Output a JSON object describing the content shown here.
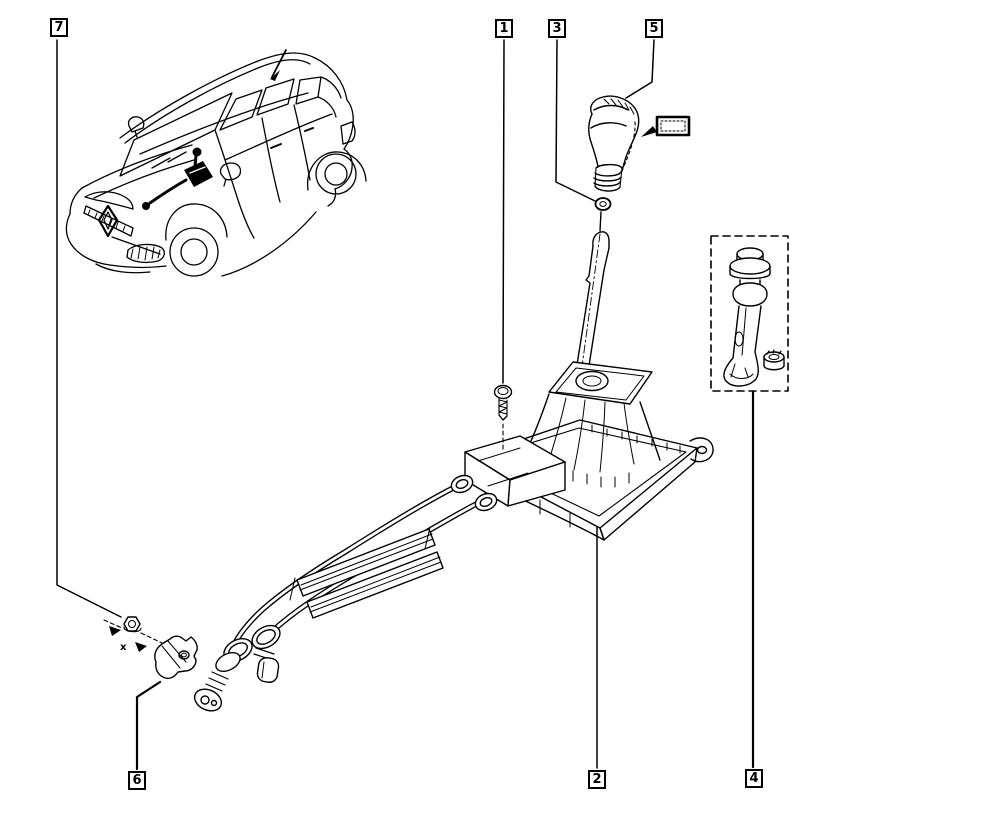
{
  "page": {
    "background": "#ffffff",
    "ink": "#000000"
  },
  "callouts": {
    "c1": {
      "label": "1"
    },
    "c2": {
      "label": "2"
    },
    "c3": {
      "label": "3"
    },
    "c4": {
      "label": "4"
    },
    "c5": {
      "label": "5"
    },
    "c6": {
      "label": "6"
    },
    "c7": {
      "label": "7"
    }
  },
  "markers": {
    "cross_reference": "x"
  }
}
